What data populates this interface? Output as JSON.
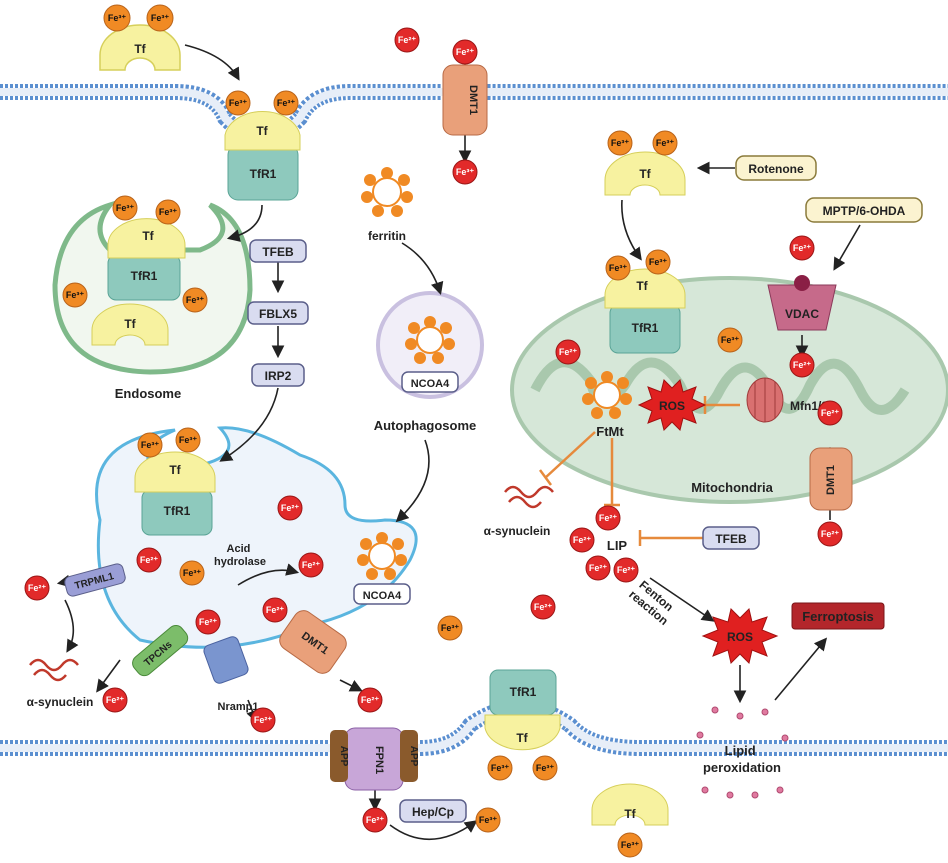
{
  "ions": {
    "fe3": "Fe³⁺",
    "fe2": "Fe²⁺"
  },
  "proteins": {
    "tf": "Tf",
    "tfr1": "TfR1",
    "dmt1": "DMT1",
    "ftmt": "FtMt",
    "vdac": "VDAC",
    "fpn1": "FPN1",
    "app": "APP",
    "trpml1": "TRPML1",
    "tpcns": "TPCNs",
    "nramp1": "Nramp1",
    "ncoa4": "NCOA4",
    "mfn12": "Mfn1/2",
    "ferritin": "ferritin"
  },
  "compartments": {
    "endosome": "Endosome",
    "autophagosome": "Autophagosome",
    "mitochondria": "Mitochondria"
  },
  "pathway": {
    "tfeb": "TFEB",
    "fblx5": "FBLX5",
    "irp2": "IRP2"
  },
  "labels": {
    "rotenone": "Rotenone",
    "mptp": "MPTP/6-OHDA",
    "ros": "ROS",
    "lip": "LIP",
    "alpha_syn": "α-synuclein",
    "acid_line1": "Acid",
    "acid_line2": "hydrolase",
    "fenton_line1": "Fenton",
    "fenton_line2": "reaction",
    "lipid_line1": "Lipid",
    "lipid_line2": "peroxidation",
    "ferroptosis": "Ferroptosis",
    "hepcp": "Hep/Cp"
  },
  "colors": {
    "membrane": "#6f9bd1",
    "tf": "#f7f2a0",
    "tfr1": "#8ec9bd",
    "fe3": "#f08a24",
    "fe2": "#e22a2a",
    "dmt1": "#e9a07a",
    "mito": "#d5e6d6",
    "lysosome": "#eef3fa",
    "vdac": "#c66a8a",
    "fpn1": "#c8a6d8",
    "app": "#8a5a2c",
    "pathway_box": "#d9dcf0",
    "drug_box": "#fbf3d0",
    "ros": "#e02020",
    "ferroptosis": "#b3262b",
    "inhibit": "#e68a3c"
  }
}
